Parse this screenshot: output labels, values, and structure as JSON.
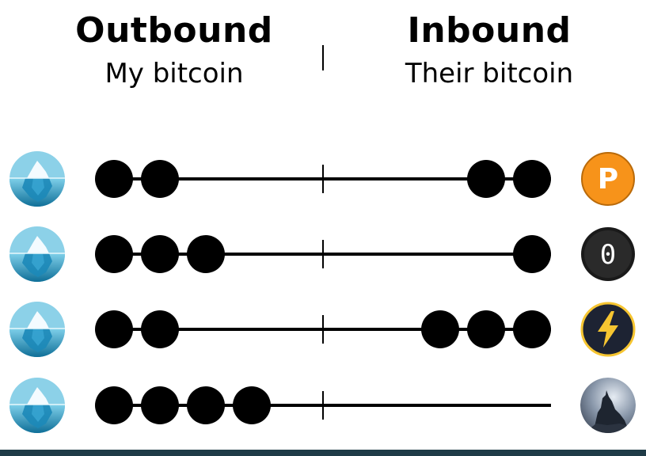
{
  "header": {
    "outbound_title": "Outbound",
    "outbound_subtitle": "My bitcoin",
    "inbound_title": "Inbound",
    "inbound_subtitle": "Their bitcoin"
  },
  "channels": [
    {
      "peer_icon": "p-letter-orange-icon",
      "outbound_coins": 2,
      "inbound_coins": 2
    },
    {
      "peer_icon": "zero-dark-icon",
      "outbound_coins": 3,
      "inbound_coins": 1
    },
    {
      "peer_icon": "lightning-bolt-icon",
      "outbound_coins": 2,
      "inbound_coins": 3
    },
    {
      "peer_icon": "wolf-photo-icon",
      "outbound_coins": 4,
      "inbound_coins": 0
    }
  ],
  "peer_letters": {
    "p_icon": "P",
    "zero_icon": "0"
  },
  "colors": {
    "coin": "#000000",
    "line": "#000000",
    "orange_peer": "#f7931a",
    "dark_peer": "#1a1a1a",
    "lightning_peer_bg": "#1d2333",
    "lightning_bolt": "#f6c531",
    "iceberg_sky": "#4fb6d8",
    "bottom_bar": "#1f3b47"
  }
}
